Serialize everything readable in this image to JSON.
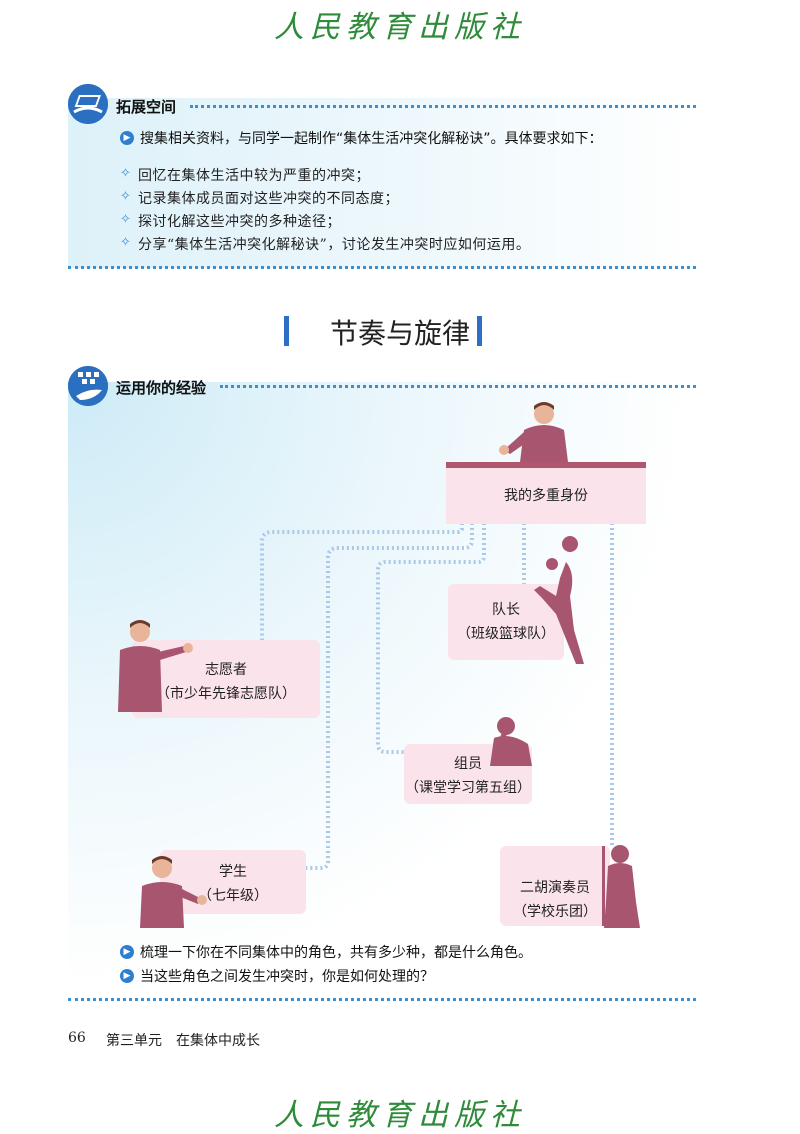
{
  "publisher": "人民教育出版社",
  "expansion": {
    "heading": "拓展空间",
    "task": "搜集相关资料，与同学一起制作“集体生活冲突化解秘诀”。具体要求如下：",
    "items": [
      "回忆在集体生活中较为严重的冲突；",
      "记录集体成员面对这些冲突的不同态度；",
      "探讨化解这些冲突的多种途径；",
      "分享“集体生活冲突化解秘诀”，讨论发生冲突时应如何运用。"
    ]
  },
  "section_title": "节奏与旋律",
  "experience": {
    "heading": "运用你的经验",
    "center": "我的多重身份",
    "roles": [
      {
        "title": "队长",
        "detail": "（班级篮球队）"
      },
      {
        "title": "志愿者",
        "detail": "（市少年先锋志愿队）"
      },
      {
        "title": "组员",
        "detail": "（课堂学习第五组）"
      },
      {
        "title": "学生",
        "detail": "（七年级）"
      },
      {
        "title": "二胡演奏员",
        "detail": "（学校乐团）"
      }
    ],
    "questions": [
      "梳理一下你在不同集体中的角色，共有多少种，都是什么角色。",
      "当这些角色之间发生冲突时，你是如何处理的？"
    ]
  },
  "footer": {
    "page_number": "66",
    "unit": "第三单元　在集体中成长"
  },
  "colors": {
    "accent_blue": "#2d6fc4",
    "brand_green": "#2e8b3a",
    "role_pink": "#fbe3ec",
    "silhouette": "#a85670"
  }
}
